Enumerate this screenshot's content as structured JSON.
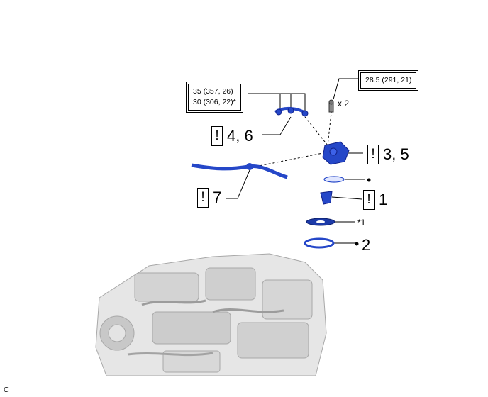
{
  "torque_boxes": {
    "bolt": "28.5 (291, 21)",
    "hose_line1": "35 (357, 26)",
    "hose_line2": "30 (306, 22)*"
  },
  "callouts": {
    "a": "4, 6",
    "b": "3, 5",
    "c": "7",
    "d": "1"
  },
  "labels": {
    "bolt_qty": "x 2",
    "gasket_mark": "*1",
    "seal_num": "2",
    "corner": "C"
  },
  "colors": {
    "part_blue": "#1f3fbf",
    "engine_gray": "#b8b8b8"
  }
}
